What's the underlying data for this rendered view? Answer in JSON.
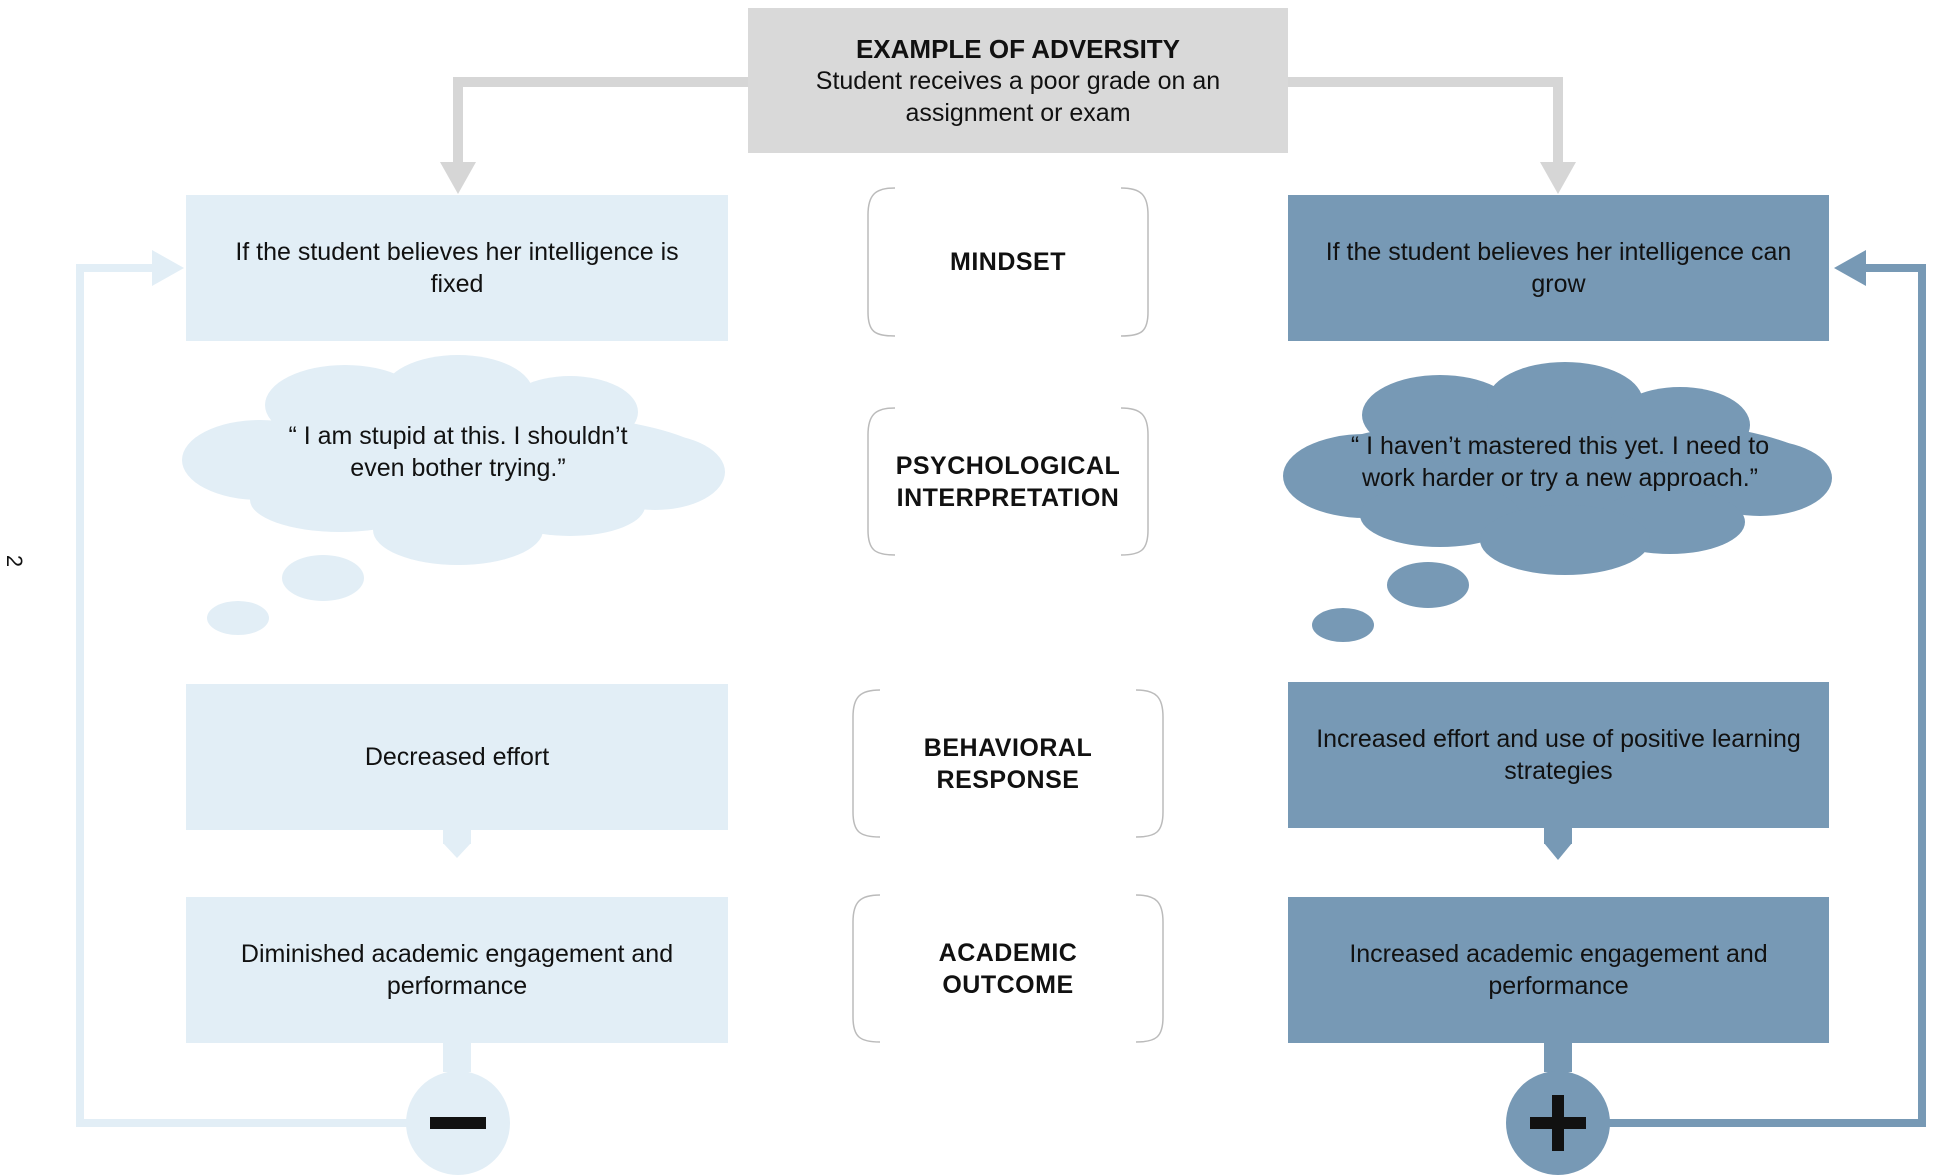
{
  "adversity": {
    "title": "EXAMPLE OF ADVERSITY",
    "description": "Student receives a poor grade on an assignment or exam"
  },
  "stages": {
    "mindset": "MINDSET",
    "interpretation": "PSYCHOLOGICAL INTERPRETATION",
    "behavior": "BEHAVIORAL RESPONSE",
    "outcome": "ACADEMIC OUTCOME"
  },
  "fixed": {
    "mindset": "If the student believes her intelligence is fixed",
    "thought": "“ I am stupid at this. I shouldn’t even bother trying.”",
    "behavior": "Decreased effort",
    "outcome": "Diminished academic engagement and performance",
    "symbol": "−"
  },
  "growth": {
    "mindset": "If the student believes her intelligence can grow",
    "thought": "“ I haven’t mastered this yet. I need to work harder or try a new approach.”",
    "behavior": "Increased effort and use of positive learning strategies",
    "outcome": "Increased academic engagement and performance",
    "symbol": "+"
  },
  "page_number": "2",
  "colors": {
    "fixed_fill": "#e2eef6",
    "growth_fill": "#7799b5",
    "adversity_fill": "#d9d9d9",
    "arrow_gray": "#d6d6d6",
    "bracket": "#bbbbbb"
  }
}
